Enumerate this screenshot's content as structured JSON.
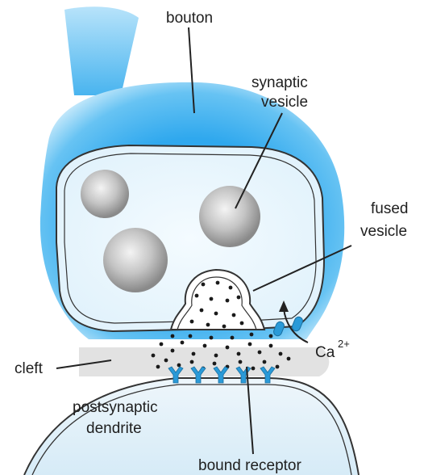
{
  "labels": {
    "bouton": "bouton",
    "synaptic_vesicle_line1": "synaptic",
    "synaptic_vesicle_line2": "vesicle",
    "fused_vesicle_line1": "fused",
    "fused_vesicle_line2": "vesicle",
    "cleft": "cleft",
    "calcium_base": "Ca",
    "calcium_charge": "2+",
    "postsynaptic_line1": "postsynaptic",
    "postsynaptic_line2": "dendrite",
    "bound_receptor": "bound receptor"
  },
  "colors": {
    "bouton_blue": "#4db8f0",
    "bouton_light": "#bfe6fa",
    "terminal_fill": "#eaf6fd",
    "cleft_gray": "#e3e3e3",
    "vesicle_gray": "#b9b9b9",
    "receptor_blue": "#2a9ad8",
    "outline": "#333333"
  }
}
